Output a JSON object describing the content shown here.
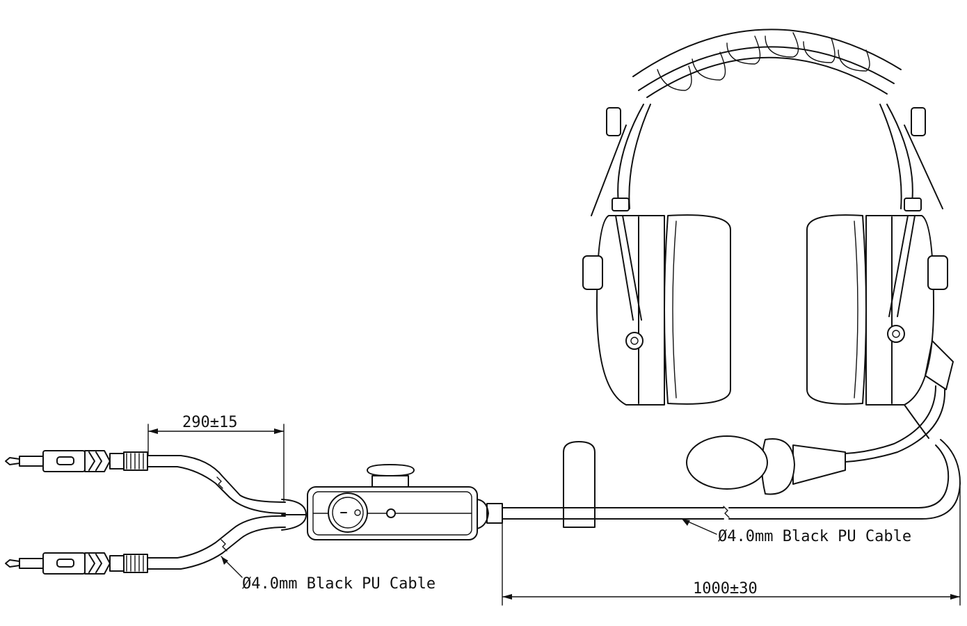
{
  "dimensions": {
    "split_length": "290±15",
    "main_cable_length": "1000±30"
  },
  "labels": {
    "cable_spec_lower": "Ø4.0mm Black PU Cable",
    "cable_spec_main": "Ø4.0mm Black PU Cable"
  },
  "colors": {
    "line": "#111111",
    "background": "#ffffff",
    "foam": "#c8c8c8"
  }
}
